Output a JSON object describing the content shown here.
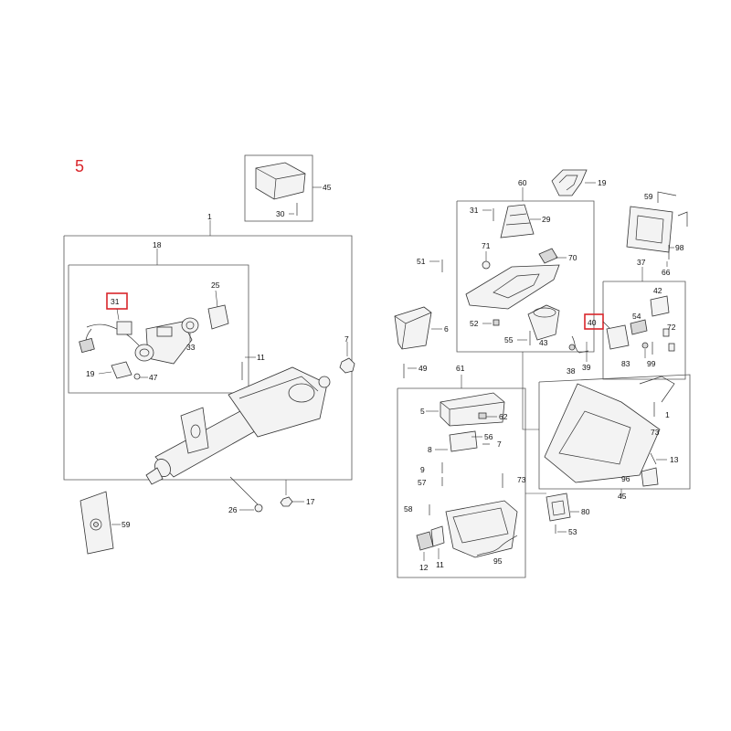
{
  "page_number": "5",
  "highlight_color": "#d9262b",
  "callouts": {
    "c1": "1",
    "c18": "18",
    "c31a": "31",
    "c25": "25",
    "c33": "33",
    "c19a": "19",
    "c47": "47",
    "c11": "11",
    "c7a": "7",
    "c26": "26",
    "c17": "17",
    "c59a": "59",
    "c45a": "45",
    "c30": "30",
    "c60": "60",
    "c19b": "19",
    "c31b": "31",
    "c29": "29",
    "c71": "71",
    "c70": "70",
    "c51": "51",
    "c52": "52",
    "c55": "55",
    "c43": "43",
    "c6": "6",
    "c59b": "59",
    "c98": "98",
    "c66": "66",
    "c37": "37",
    "c42": "42",
    "c54": "54",
    "c40": "40",
    "c72": "72",
    "c38": "38",
    "c39": "39",
    "c83": "83",
    "c99": "99",
    "c49": "49",
    "c61": "61",
    "c5": "5",
    "c62": "62",
    "c56": "56",
    "c8": "8",
    "c7b": "7",
    "c9": "9",
    "c57": "57",
    "c73a": "73",
    "c73b": "73",
    "c1b": "1",
    "c13": "13",
    "c96": "96",
    "c45b": "45",
    "c58": "58",
    "c80": "80",
    "c53": "53",
    "c95": "95",
    "c12": "12",
    "c11b": "11"
  }
}
